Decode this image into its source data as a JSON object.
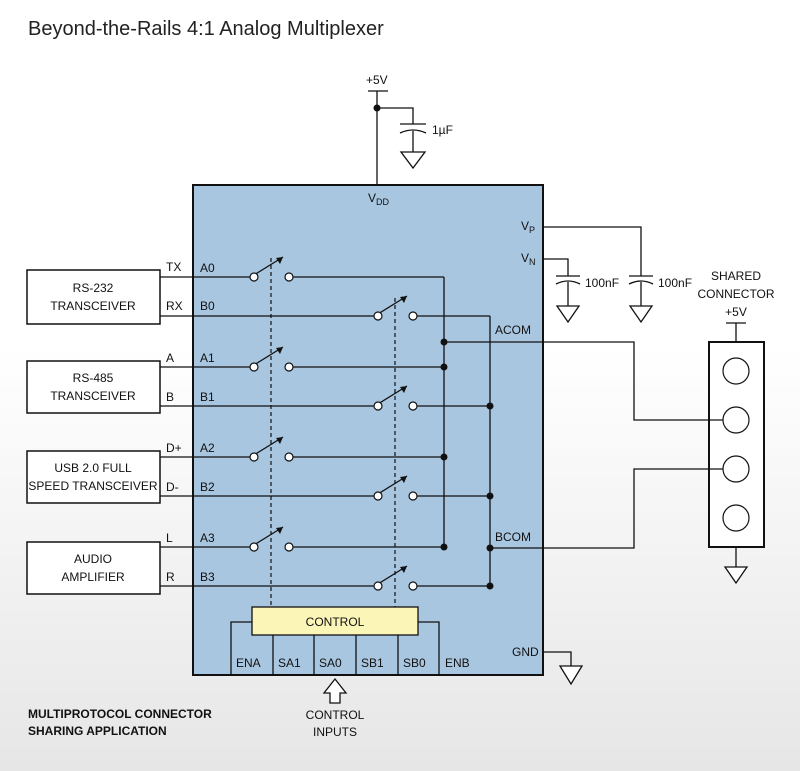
{
  "title": "Beyond-the-Rails 4:1 Analog Multiplexer",
  "caption": [
    "MULTIPROTOCOL CONNECTOR",
    "SHARING APPLICATION"
  ],
  "supply": {
    "label": "+5V",
    "cap": "1µF"
  },
  "ic": {
    "vdd_main": "V",
    "vdd_sub": "DD",
    "vp_main": "V",
    "vp_sub": "P",
    "vn_main": "V",
    "vn_sub": "N",
    "vp_cap": "100nF",
    "vn_cap": "100nF",
    "acom": "ACOM",
    "bcom": "BCOM",
    "gnd": "GND",
    "control": "CONTROL",
    "pins_bottom": [
      "ENA",
      "SA1",
      "SA0",
      "SB1",
      "SB0",
      "ENB"
    ],
    "pins_a": [
      "A0",
      "A1",
      "A2",
      "A3"
    ],
    "pins_b": [
      "B0",
      "B1",
      "B2",
      "B3"
    ]
  },
  "control_inputs": [
    "CONTROL",
    "INPUTS"
  ],
  "blocks": [
    {
      "line1": "RS-232",
      "line2": "TRANSCEIVER",
      "sig_a": "TX",
      "sig_b": "RX"
    },
    {
      "line1": "RS-485",
      "line2": "TRANSCEIVER",
      "sig_a": "A",
      "sig_b": "B"
    },
    {
      "line1": "USB 2.0 FULL",
      "line2": "SPEED TRANSCEIVER",
      "sig_a": "D+",
      "sig_b": "D-"
    },
    {
      "line1": "AUDIO",
      "line2": "AMPLIFIER",
      "sig_a": "L",
      "sig_b": "R"
    }
  ],
  "connector": {
    "line1": "SHARED",
    "line2": "CONNECTOR",
    "supply": "+5V"
  }
}
